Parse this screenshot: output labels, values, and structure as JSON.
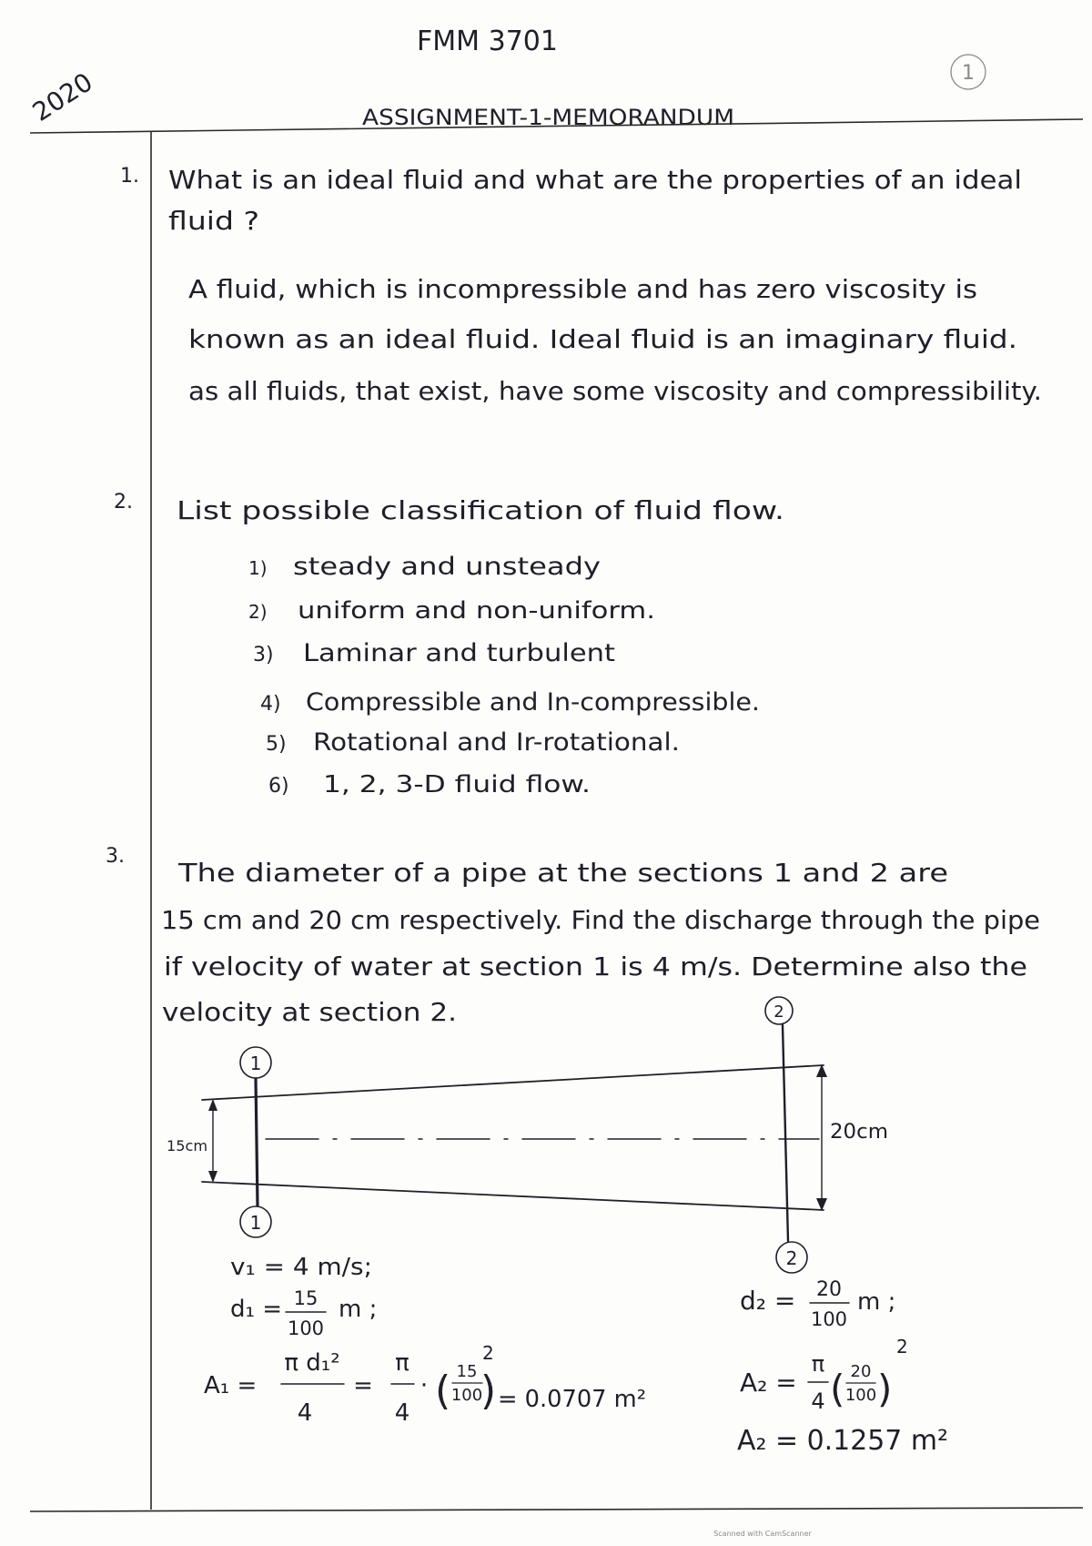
{
  "header": {
    "year": "2020",
    "course_code": "FMM 3701",
    "page_number": "1",
    "title": "ASSIGNMENT-1-MEMORANDUM"
  },
  "q1": {
    "number": "1.",
    "question_lines": [
      "What is an ideal fluid and what are the properties of an ideal",
      "fluid ?"
    ],
    "answer_lines": [
      "A fluid, which is incompressible and has zero viscosity is",
      "known as an ideal fluid. Ideal fluid is an imaginary fluid.",
      "as all fluids, that exist, have some viscosity and compressibility."
    ]
  },
  "q2": {
    "number": "2.",
    "question": "List possible classification of fluid flow.",
    "items": [
      {
        "marker": "1)",
        "text": "steady and unsteady"
      },
      {
        "marker": "2)",
        "text": "uniform and non-uniform."
      },
      {
        "marker": "3)",
        "text": "Laminar and turbulent"
      },
      {
        "marker": "4)",
        "text": "Compressible and In-compressible."
      },
      {
        "marker": "5)",
        "text": "Rotational and Ir-rotational."
      },
      {
        "marker": "6)",
        "text": "1, 2, 3-D fluid flow."
      }
    ]
  },
  "q3": {
    "number": "3.",
    "question_lines": [
      "The diameter of a pipe at the sections 1 and 2 are",
      "15 cm and 20 cm respectively. Find the discharge through the pipe",
      "if velocity of water at section 1 is 4 m/s. Determine also the",
      "velocity at section 2."
    ],
    "diagram": {
      "section_1_label": "1",
      "section_2_label": "2",
      "d1_label": "15cm",
      "d2_label": "20cm"
    },
    "solution": {
      "v1": "v₁ = 4 m/s;",
      "d1": {
        "lhs": "d₁ =",
        "num": "15",
        "den": "100",
        "unit": "m ;"
      },
      "a1": {
        "lhs": "A₁ =",
        "frac1_num": "π d₁²",
        "frac1_den": "4",
        "eq": "=",
        "frac2_num": "π",
        "frac2_den": "4",
        "dot": "·",
        "open": "(",
        "frac3_num": "15",
        "frac3_den": "100",
        "close": ")",
        "power": "2",
        "result": "= 0.0707 m²"
      },
      "d2": {
        "lhs": "d₂ =",
        "num": "20",
        "den": "100",
        "unit": "m ;"
      },
      "a2": {
        "lhs": "A₂ =",
        "frac1_num": "π",
        "frac1_den": "4",
        "open": "(",
        "frac2_num": "20",
        "frac2_den": "100",
        "close": ")",
        "power": "2"
      },
      "a2_result": "A₂ = 0.1257 m²"
    }
  },
  "footer": {
    "scanner_note": "Scanned with CamScanner"
  }
}
